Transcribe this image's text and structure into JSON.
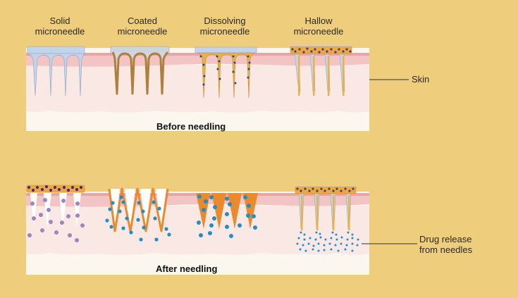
{
  "figure": {
    "type_labels": [
      {
        "line1": "Solid",
        "line2": "microneedle"
      },
      {
        "line1": "Coated",
        "line2": "microneedle"
      },
      {
        "line1": "Dissolving",
        "line2": "microneedle"
      },
      {
        "line1": "Hallow",
        "line2": "microneedle"
      }
    ],
    "before_caption": "Before needling",
    "after_caption": "After needling",
    "skin_label": "Skin",
    "drug_release_label_line1": "Drug release",
    "drug_release_label_line2": "from needles"
  },
  "colors": {
    "background": "#eecd7c",
    "epidermis_top": "#e8a5a8",
    "epidermis": "#f3c4c4",
    "dermis": "#f9e8e4",
    "hypodermis": "#fbf6ee",
    "solid_needle": "#c3d3ea",
    "coated_outline": "#b07f3a",
    "dissolving_fill": "#e9b04a",
    "hollow_base": "#f0a73c",
    "drug_purple": "#3c2a86",
    "drug_lilac": "#9a86c0",
    "drug_blue": "#1f8fc9",
    "coat_orange": "#ea8a2c"
  }
}
